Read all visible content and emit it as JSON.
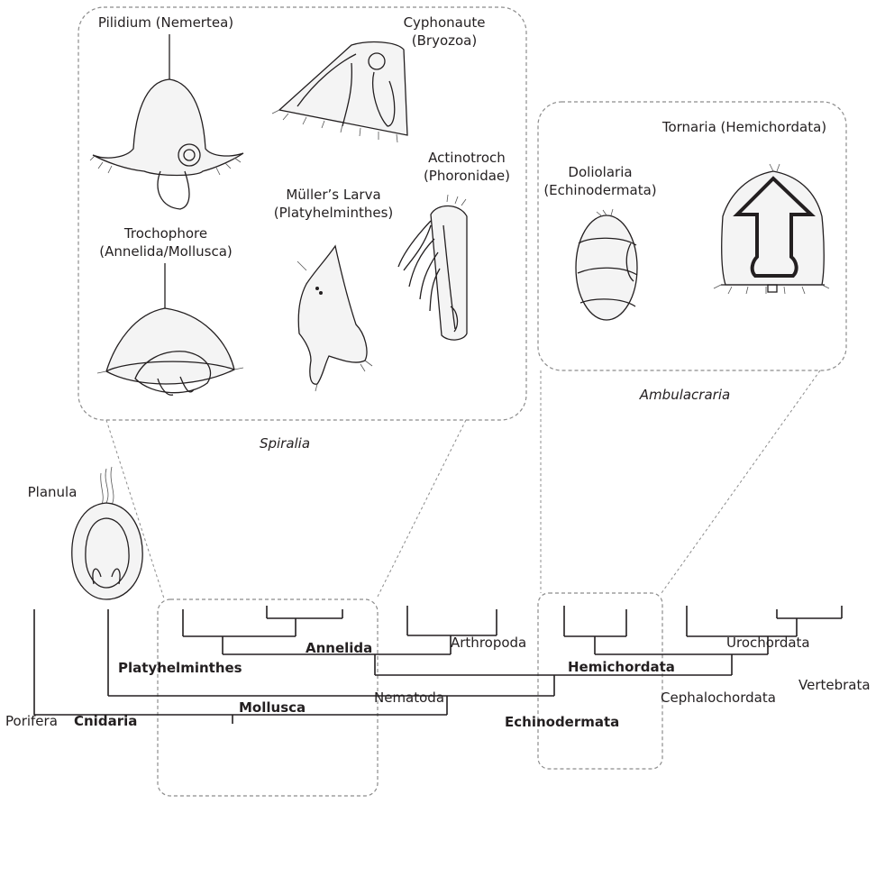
{
  "larvae": {
    "pilidium": "Pilidium (Nemertea)",
    "cyphonaute_1": "Cyphonaute",
    "cyphonaute_2": "(Bryozoa)",
    "actinotroch_1": "Actinotroch",
    "actinotroch_2": "(Phoronidae)",
    "muller_1": "Müller’s Larva",
    "muller_2": "(Platyhelminthes)",
    "trochophore_1": "Trochophore",
    "trochophore_2": "(Annelida/Mollusca)",
    "tornaria": "Tornaria (Hemichordata)",
    "doliolaria_1": "Doliolaria",
    "doliolaria_2": "(Echinodermata)",
    "planula": "Planula"
  },
  "groups": {
    "spiralia": "Spiralia",
    "ambulacraria": "Ambulacraria"
  },
  "taxa": {
    "porifera": "Porifera",
    "cnidaria": "Cnidaria",
    "platyhelminthes": "Platyhelminthes",
    "mollusca": "Mollusca",
    "annelida": "Annelida",
    "nematoda": "Nematoda",
    "arthropoda": "Arthropoda",
    "hemichordata": "Hemichordata",
    "echinodermata": "Echinodermata",
    "cephalochordata": "Cephalochordata",
    "urochordata": "Urochordata",
    "vertebrata": "Vertebrata"
  }
}
